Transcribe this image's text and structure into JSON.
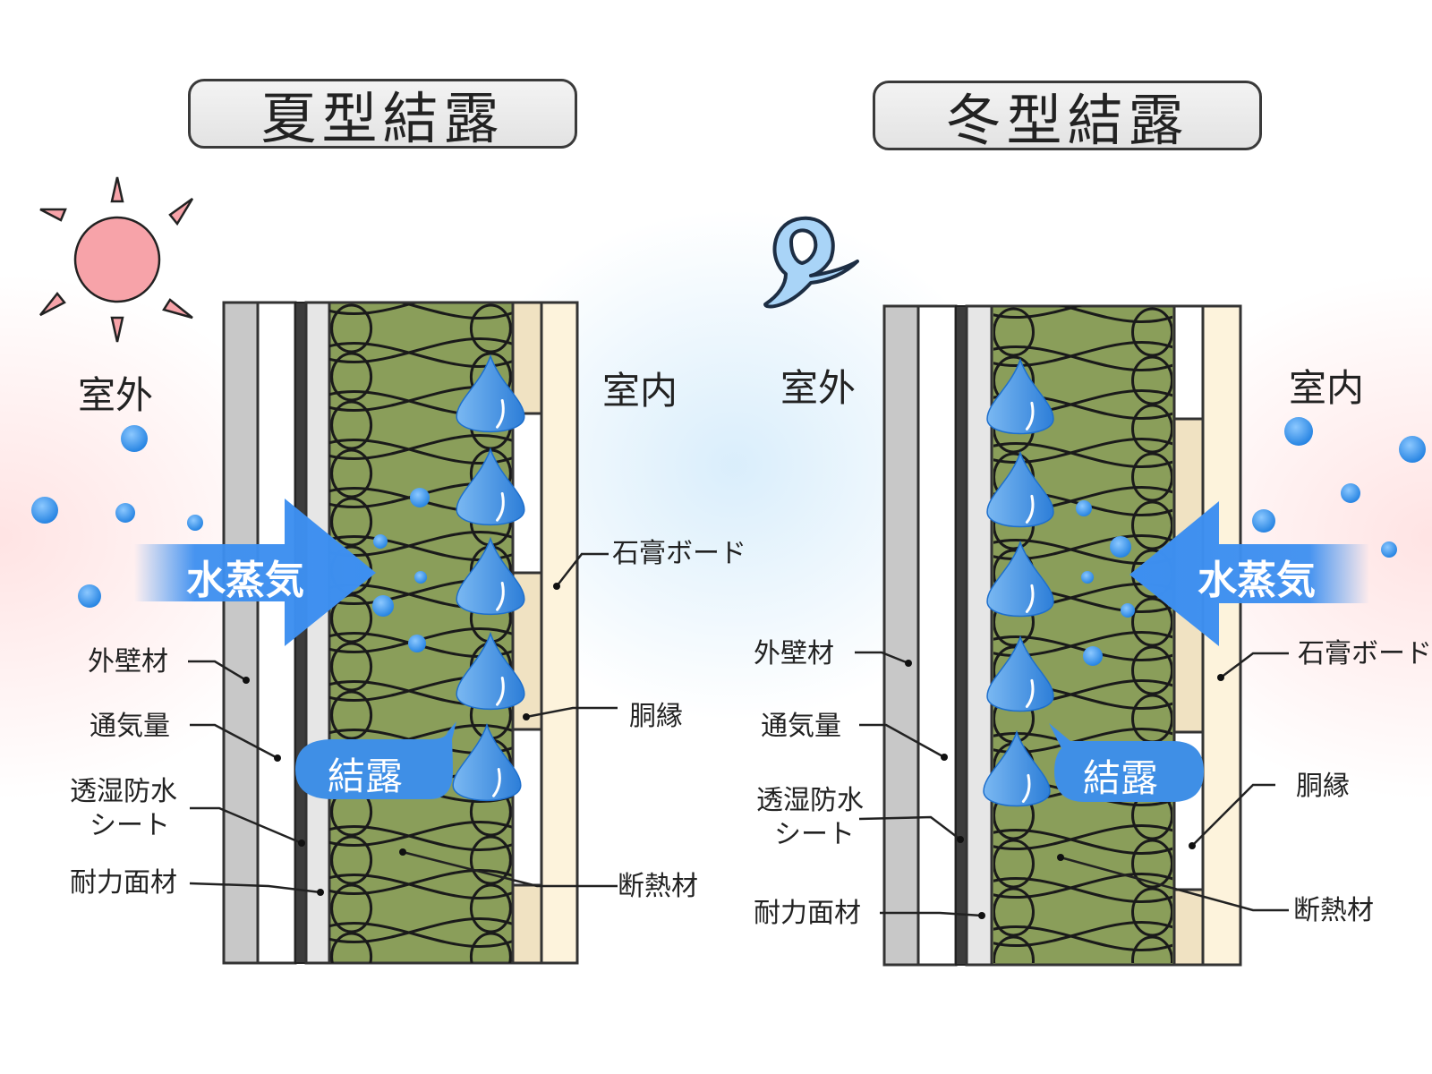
{
  "titles": {
    "summer": "夏型結露",
    "winter": "冬型結露"
  },
  "summer": {
    "outdoor_label": "室外",
    "indoor_label": "室内",
    "vapor_label": "水蒸気",
    "condensation_label": "結露",
    "parts": {
      "exterior_wall": "外壁材",
      "ventilation": "通気量",
      "membrane_line1": "透湿防水",
      "membrane_line2": "シート",
      "structural_panel": "耐力面材",
      "gypsum_board": "石膏ボード",
      "furring": "胴縁",
      "insulation": "断熱材"
    }
  },
  "winter": {
    "outdoor_label": "室外",
    "indoor_label": "室内",
    "vapor_label": "水蒸気",
    "condensation_label": "結露",
    "parts": {
      "exterior_wall": "外壁材",
      "ventilation": "通気量",
      "membrane_line1": "透湿防水",
      "membrane_line2": "シート",
      "structural_panel": "耐力面材",
      "gypsum_board": "石膏ボード",
      "furring": "胴縁",
      "insulation": "断熱材"
    }
  },
  "icons": {
    "summer_weather": "sun-icon",
    "winter_weather": "wind-icon"
  },
  "colors": {
    "vapor_arrow": "#3d8ff0",
    "water_drop": "#3f8fe6",
    "insulation": "#8a9e5a",
    "sun": "#f7a3a9",
    "exterior_wall": "#c6c6c6",
    "gypsum_board": "#fdf3dc",
    "furring": "#f0e2c2"
  }
}
